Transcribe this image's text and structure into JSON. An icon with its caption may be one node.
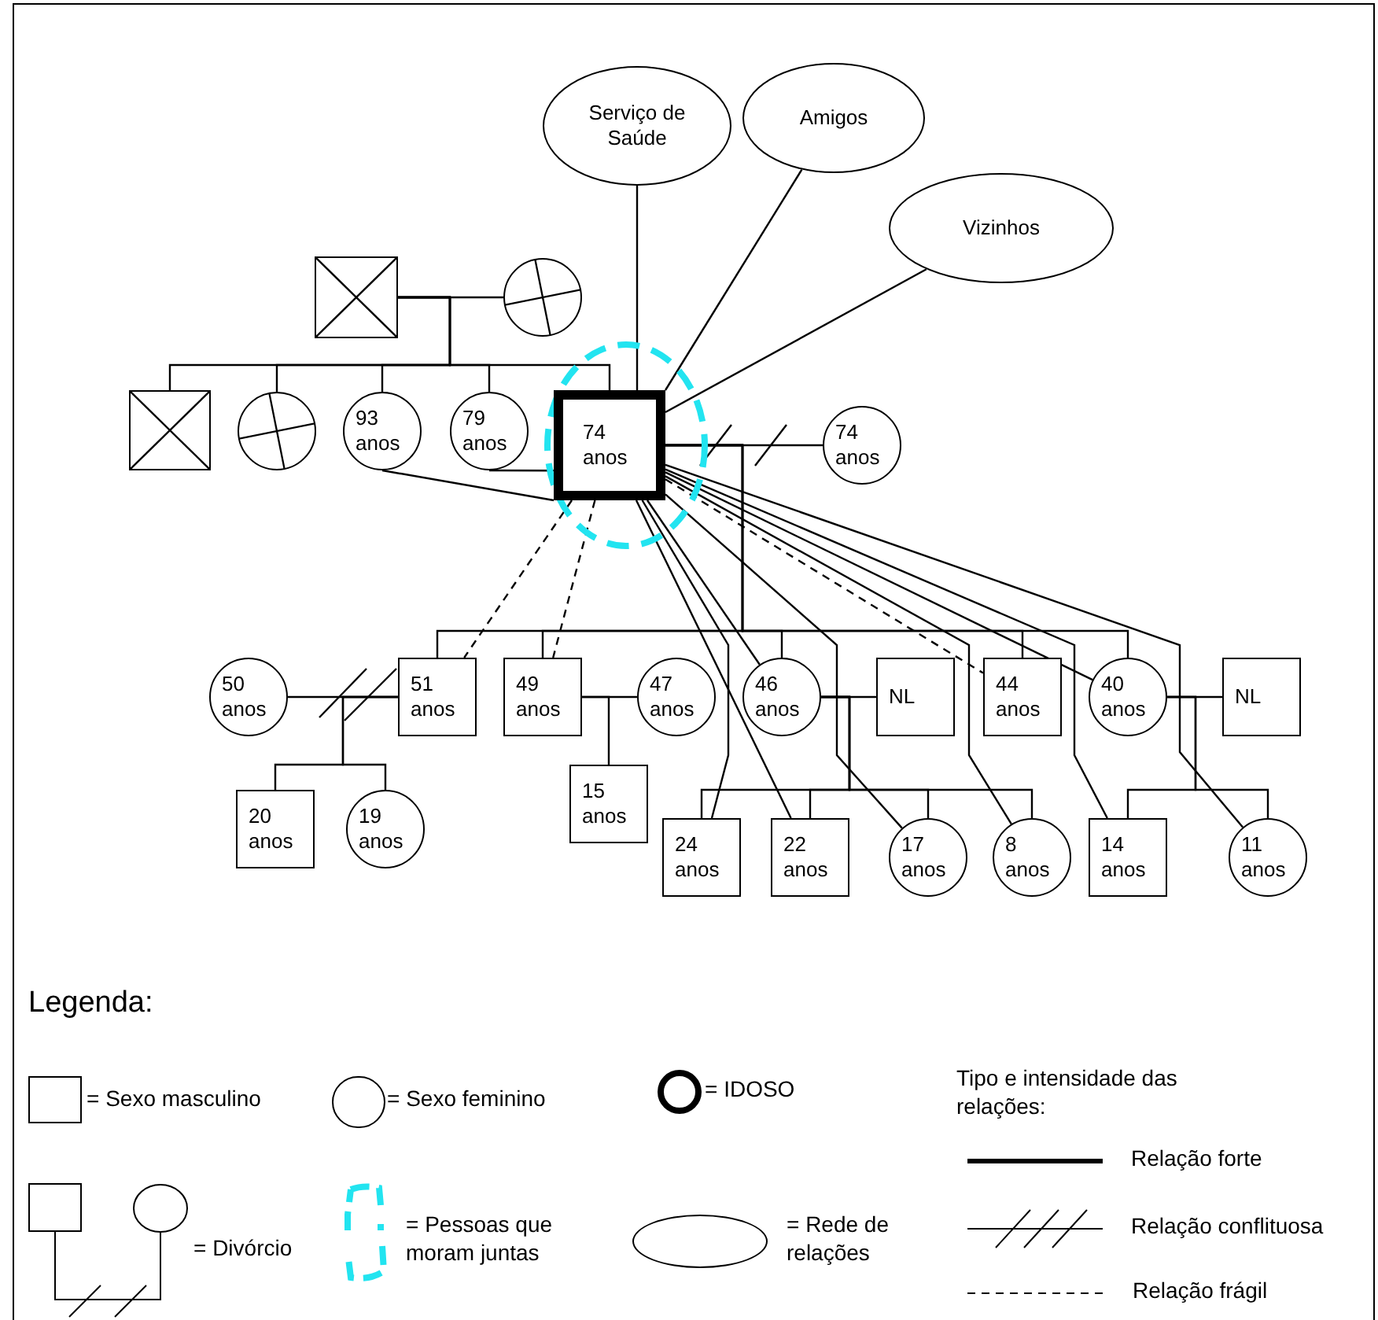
{
  "diagram": {
    "nodes": [
      {
        "text": [
          "Serviço de Saúde"
        ]
      },
      {
        "text": [
          "Amigos"
        ]
      },
      {
        "text": [
          "Vizinhos"
        ]
      },
      {
        "text": [],
        "shape": "box"
      },
      {
        "text": [],
        "shape": "circle"
      },
      {
        "text": [],
        "shape": "box"
      },
      {
        "text": [],
        "shape": "circle"
      },
      {
        "text": [
          "93 anos"
        ]
      },
      {
        "text": [
          "79 anos"
        ]
      },
      {
        "text": [
          "74 anos"
        ]
      },
      {
        "text": [
          "74 anos"
        ]
      },
      {
        "text": [
          "50 anos"
        ]
      },
      {
        "text": [
          "51 anos"
        ]
      },
      {
        "text": [
          "49 anos"
        ]
      },
      {
        "text": [
          "47 anos"
        ]
      },
      {
        "text": [
          "46 anos"
        ]
      },
      {
        "text": [
          "NL"
        ]
      },
      {
        "text": [
          "44 anos"
        ]
      },
      {
        "text": [
          "40 anos"
        ]
      },
      {
        "text": [
          "NL"
        ]
      },
      {
        "text": [
          "20 anos"
        ]
      },
      {
        "text": [
          "19 anos"
        ]
      },
      {
        "text": [
          "15 anos"
        ]
      },
      {
        "text": [
          "24 anos"
        ]
      },
      {
        "text": [
          "22 anos"
        ]
      },
      {
        "text": [
          "17 anos"
        ]
      },
      {
        "text": [
          "8 anos"
        ]
      },
      {
        "text": [
          "14 anos"
        ]
      },
      {
        "text": [
          "11 anos"
        ]
      }
    ],
    "edges": [
      {
        "from": 0,
        "to": 9,
        "arrow": "none"
      },
      {
        "from": 1,
        "to": 9,
        "arrow": "none"
      },
      {
        "from": 2,
        "to": 9,
        "arrow": "none"
      },
      {
        "from": 3,
        "to": 4,
        "arrow": "none"
      },
      {
        "from": 3,
        "to": 5,
        "arrow": "none"
      },
      {
        "from": 3,
        "to": 6,
        "arrow": "none"
      },
      {
        "from": 3,
        "to": 7,
        "arrow": "none"
      },
      {
        "from": 3,
        "to": 8,
        "arrow": "none"
      },
      {
        "from": 3,
        "to": 9,
        "arrow": "none"
      },
      {
        "from": 9,
        "to": 10,
        "arrow": "none"
      },
      {
        "from": 9,
        "to": 12,
        "arrow": "none"
      },
      {
        "from": 9,
        "to": 13,
        "arrow": "none"
      },
      {
        "from": 9,
        "to": 15,
        "arrow": "none"
      },
      {
        "from": 9,
        "to": 17,
        "arrow": "none"
      },
      {
        "from": 9,
        "to": 18,
        "arrow": "none"
      },
      {
        "from": 11,
        "to": 12,
        "arrow": "none"
      },
      {
        "from": 12,
        "to": 20,
        "arrow": "none"
      },
      {
        "from": 12,
        "to": 21,
        "arrow": "none"
      },
      {
        "from": 13,
        "to": 14,
        "arrow": "none"
      },
      {
        "from": 13,
        "to": 22,
        "arrow": "none"
      },
      {
        "from": 15,
        "to": 16,
        "arrow": "none"
      },
      {
        "from": 15,
        "to": 23,
        "arrow": "none"
      },
      {
        "from": 15,
        "to": 24,
        "arrow": "none"
      },
      {
        "from": 15,
        "to": 25,
        "arrow": "none"
      },
      {
        "from": 15,
        "to": 26,
        "arrow": "none"
      },
      {
        "from": 18,
        "to": 19,
        "arrow": "none"
      },
      {
        "from": 18,
        "to": 27,
        "arrow": "none"
      },
      {
        "from": 18,
        "to": 28,
        "arrow": "none"
      },
      {
        "from": 7,
        "to": 9,
        "arrow": "none"
      },
      {
        "from": 8,
        "to": 9,
        "arrow": "none"
      },
      {
        "from": 9,
        "to": 12,
        "arrow": "none",
        "style": "dashed"
      },
      {
        "from": 9,
        "to": 13,
        "arrow": "none",
        "style": "dashed"
      },
      {
        "from": 9,
        "to": 23,
        "arrow": "none"
      },
      {
        "from": 9,
        "to": 24,
        "arrow": "none"
      },
      {
        "from": 9,
        "to": 15,
        "arrow": "none"
      },
      {
        "from": 9,
        "to": 25,
        "arrow": "none"
      },
      {
        "from": 9,
        "to": 26,
        "arrow": "none"
      },
      {
        "from": 9,
        "to": 17,
        "arrow": "none",
        "style": "dashed"
      },
      {
        "from": 9,
        "to": 27,
        "arrow": "none"
      },
      {
        "from": 9,
        "to": 28,
        "arrow": "none"
      },
      {
        "from": 9,
        "to": 18,
        "arrow": "none"
      }
    ],
    "labels": [
      "Legenda:",
      "Tipo e intensidade das relações:"
    ],
    "legend": [
      {
        "text": "= Sexo masculino"
      },
      {
        "text": "= Sexo feminino"
      },
      {
        "text": "= IDOSO"
      },
      {
        "text": "= Divórcio"
      },
      {
        "text": "= Pessoas que moram juntas"
      },
      {
        "text": "= Rede de relações"
      },
      {
        "text": "Relação forte"
      },
      {
        "text": "Relação conflituosa"
      },
      {
        "text": "Relação frágil"
      }
    ]
  }
}
